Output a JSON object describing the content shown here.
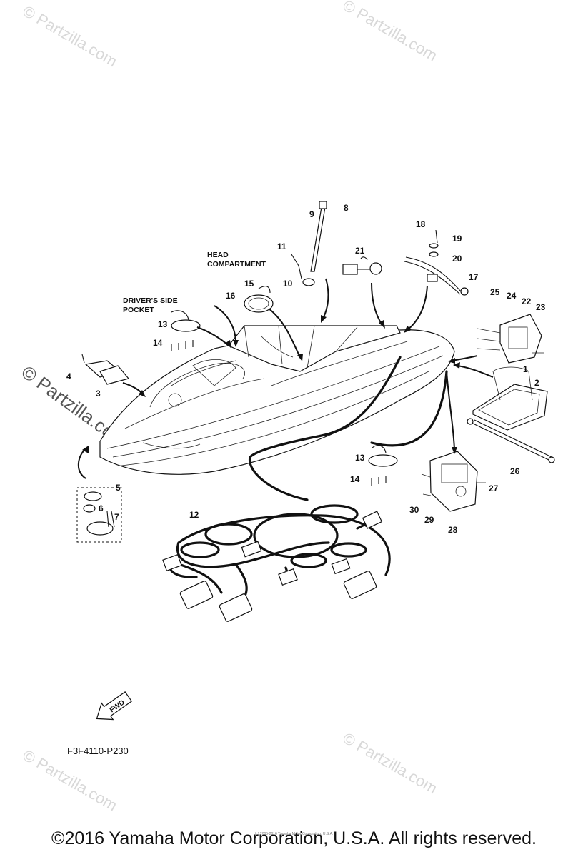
{
  "watermark": {
    "text": "© Partzilla.com"
  },
  "labels": {
    "head_compartment_line1": "HEAD",
    "head_compartment_line2": "COMPARTMENT",
    "drivers_pocket_line1": "DRIVER'S SIDE",
    "drivers_pocket_line2": "POCKET"
  },
  "callouts": {
    "c1": "1",
    "c2": "2",
    "c3": "3",
    "c4": "4",
    "c5": "5",
    "c6": "6",
    "c7": "7",
    "c8": "8",
    "c9": "9",
    "c10": "10",
    "c11": "11",
    "c12": "12",
    "c13a": "13",
    "c13b": "13",
    "c14a": "14",
    "c14b": "14",
    "c15": "15",
    "c16": "16",
    "c17": "17",
    "c18": "18",
    "c19": "19",
    "c20": "20",
    "c21": "21",
    "c22": "22",
    "c23": "23",
    "c24": "24",
    "c25": "25",
    "c26": "26",
    "c27": "27",
    "c28": "28",
    "c29": "29",
    "c30": "30"
  },
  "fwd_label": "FWD",
  "diagram_code": "F3F4110-P230",
  "small_copyright": "(c) 2005-2016 Yamaha Motor Corporation, U.S.A.",
  "copyright": "©2016 Yamaha Motor Corporation, U.S.A. All rights reserved."
}
